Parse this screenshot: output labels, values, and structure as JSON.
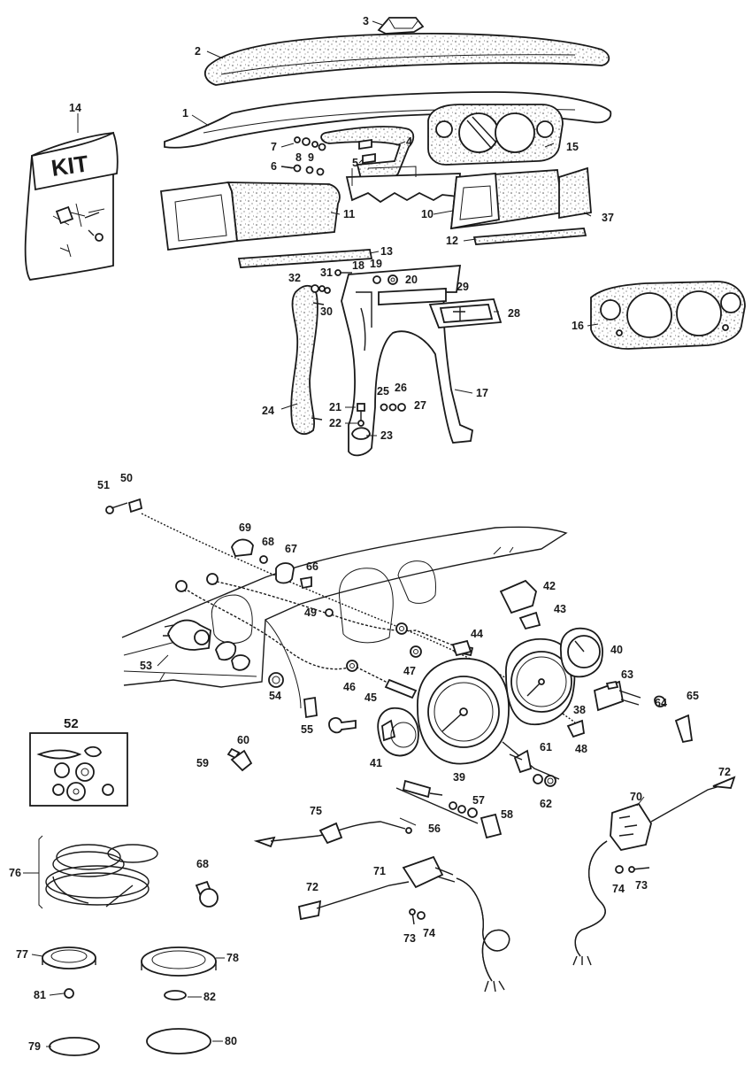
{
  "diagram": {
    "kit_label": "KIT",
    "callouts": [
      "1",
      "2",
      "3",
      "4",
      "5",
      "6",
      "7",
      "8",
      "9",
      "10",
      "11",
      "12",
      "13",
      "14",
      "15",
      "16",
      "17",
      "18",
      "19",
      "20",
      "21",
      "22",
      "23",
      "24",
      "25",
      "26",
      "27",
      "28",
      "29",
      "30",
      "31",
      "32",
      "37",
      "38",
      "39",
      "40",
      "41",
      "42",
      "43",
      "44",
      "45",
      "46",
      "47",
      "48",
      "49",
      "50",
      "51",
      "52",
      "53",
      "54",
      "55",
      "56",
      "57",
      "58",
      "59",
      "60",
      "61",
      "62",
      "63",
      "64",
      "65",
      "66",
      "67",
      "68",
      "68",
      "69",
      "70",
      "71",
      "72",
      "72",
      "73",
      "73",
      "74",
      "74",
      "75",
      "76",
      "77",
      "78",
      "79",
      "80",
      "81",
      "82"
    ],
    "colors": {
      "ink": "#1a1a1a",
      "paper": "#ffffff",
      "speckle": "#555555"
    }
  }
}
